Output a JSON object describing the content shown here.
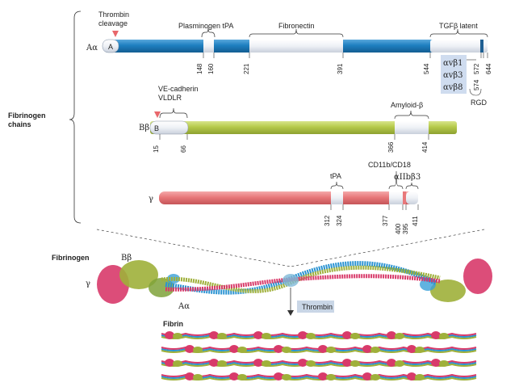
{
  "section_labels": {
    "fibrinogen_chains": [
      "Fibrinogen",
      "chains"
    ],
    "fibrinogen": "Fibrinogen",
    "fibrin": "Fibrin"
  },
  "colors": {
    "aalpha": "#1e7fc0",
    "bbeta": "#b5c94a",
    "gamma": "#e8787a",
    "domain_white": "#f2f4f8",
    "cleavage_marker": "#e8676b",
    "integrin_box": "#cfdcef",
    "thrombin_box": "#c9d6e6"
  },
  "chains": [
    {
      "id": "aalpha",
      "label": "Aα",
      "terminal_label": "A",
      "cleavage_label": [
        "Thrombin",
        "cleavage"
      ],
      "length": 644,
      "domains": [
        {
          "name": "Plasminogen tPA",
          "start": 148,
          "end": 160
        },
        {
          "name": "Fibronectin",
          "start": 221,
          "end": 391
        },
        {
          "name": "TGFβ latent",
          "start": 544,
          "end": 644
        }
      ],
      "residue_marks": [
        "148",
        "160",
        "221",
        "391",
        "544",
        "572",
        "574",
        "644"
      ],
      "integrins": [
        "αvβ1",
        "αvβ3",
        "αvβ8"
      ],
      "rgd_label": "RGD"
    },
    {
      "id": "bbeta",
      "label": "Bβ",
      "terminal_label": "B",
      "domains": [
        {
          "name": "VE-cadherin / VLDLR",
          "start": 15,
          "end": 66
        },
        {
          "name": "Amyloid-β",
          "start": 366,
          "end": 414
        }
      ],
      "domain_labels": [
        "VE-cadherin",
        "VLDLR",
        "Amyloid-β"
      ],
      "residue_marks": [
        "15",
        "66",
        "366",
        "414"
      ]
    },
    {
      "id": "gamma",
      "label": "γ",
      "domains": [
        {
          "name": "tPA",
          "start": 312,
          "end": 324
        },
        {
          "name": "CD11b/CD18",
          "start": 377,
          "end": 395
        },
        {
          "name": "αIIbβ3",
          "start": 400,
          "end": 411
        }
      ],
      "domain_labels": [
        "tPA",
        "CD11b/CD18",
        "αIIbβ3"
      ],
      "residue_marks": [
        "312",
        "324",
        "377",
        "400",
        "395",
        "411"
      ]
    }
  ],
  "structure": {
    "chain_labels": [
      "Bβ",
      "Aα",
      "γ"
    ],
    "enzyme_label": "Thrombin"
  }
}
